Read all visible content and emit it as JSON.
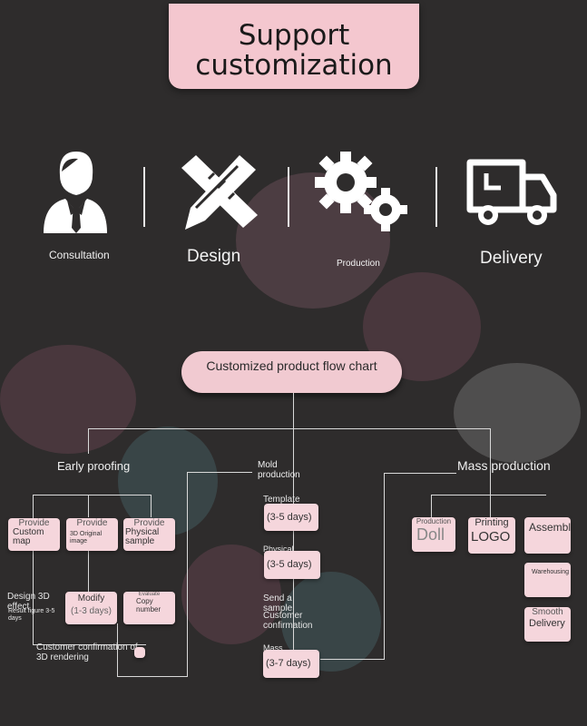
{
  "banner": {
    "line1": "Support",
    "line2": "customization"
  },
  "steps": [
    {
      "label": "Consultation",
      "icon": "person-icon"
    },
    {
      "label": "Design",
      "icon": "pencil-ruler-icon"
    },
    {
      "label": "Production",
      "icon": "gears-icon"
    },
    {
      "label": "Delivery",
      "icon": "truck-icon"
    }
  ],
  "flow": {
    "title": "Customized product flow chart",
    "early": {
      "heading": "Early proofing",
      "provide1": {
        "top": "Provide",
        "body": "Custom map"
      },
      "provide2": {
        "top": "Provide",
        "body": "3D Original image"
      },
      "provide3": {
        "top": "Provide",
        "body": "Physical sample"
      },
      "design_note": "Design 3D effect",
      "result_note": "Result figure 3-5 days",
      "modify": {
        "top": "Modify",
        "body": "(1-3 days)"
      },
      "copy": {
        "top": "Evaluate",
        "body": "Copy number"
      },
      "confirm_note": "Customer confirmation of 3D rendering"
    },
    "mold": {
      "heading": "Mold production",
      "template_note": "Template",
      "template_days": "(3-5 days)",
      "physical_note": "Physical",
      "physical_days": "(3-5 days)",
      "send_note": "Send a sample",
      "customer_note": "Customer confirmation",
      "mass_note": "Mass",
      "mass_days": "(3-7 days)"
    },
    "mass": {
      "heading": "Mass production",
      "doll": {
        "top": "Production",
        "body": "Doll"
      },
      "logo": {
        "top": "Printing",
        "body": "LOGO"
      },
      "assembly": "Assembly",
      "warehousing": "Warehousing",
      "delivery": {
        "top": "Smooth",
        "body": "Delivery"
      }
    }
  },
  "colors": {
    "accent": "#f4c7cf",
    "background": "#2e2c2c"
  }
}
